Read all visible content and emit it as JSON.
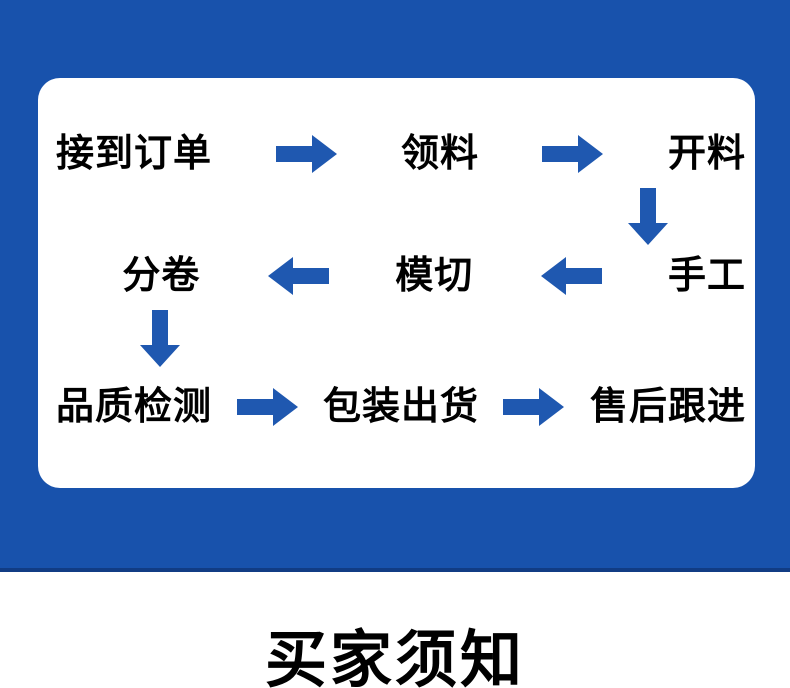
{
  "colors": {
    "panel_blue": "#1852AC",
    "panel_underline": "#113C84",
    "arrow_blue": "#1F58B0",
    "card_background": "#FFFFFF",
    "text_black": "#000000"
  },
  "hero": {
    "card": {
      "flow_rows": [
        {
          "row_id": "row-1",
          "direction": "left-to-right",
          "nodes": [
            {
              "label": "接到订单"
            },
            {
              "label": "领料"
            },
            {
              "label": "开料"
            }
          ],
          "connectors": [
            {
              "icon": "arrow-right-icon"
            },
            {
              "icon": "arrow-right-icon"
            }
          ]
        },
        {
          "row_id": "row-2",
          "direction": "right-to-left",
          "nodes": [
            {
              "label": "分卷"
            },
            {
              "label": "模切"
            },
            {
              "label": "手工"
            }
          ],
          "connectors": [
            {
              "icon": "arrow-left-icon"
            },
            {
              "icon": "arrow-left-icon"
            }
          ]
        },
        {
          "row_id": "row-3",
          "direction": "left-to-right",
          "nodes": [
            {
              "label": "品质检测"
            },
            {
              "label": "包装出货"
            },
            {
              "label": "售后跟进"
            }
          ],
          "connectors": [
            {
              "icon": "arrow-right-icon"
            },
            {
              "icon": "arrow-right-icon"
            }
          ]
        }
      ],
      "vertical_connectors": [
        {
          "connector_id": "kailiao-to-shougong",
          "icon": "arrow-down-icon",
          "from": "开料",
          "to": "手工"
        },
        {
          "connector_id": "fenjuan-to-pinzhi",
          "icon": "arrow-down-icon",
          "from": "分卷",
          "to": "品质检测"
        }
      ]
    }
  },
  "below": {
    "heading": "买家须知"
  }
}
